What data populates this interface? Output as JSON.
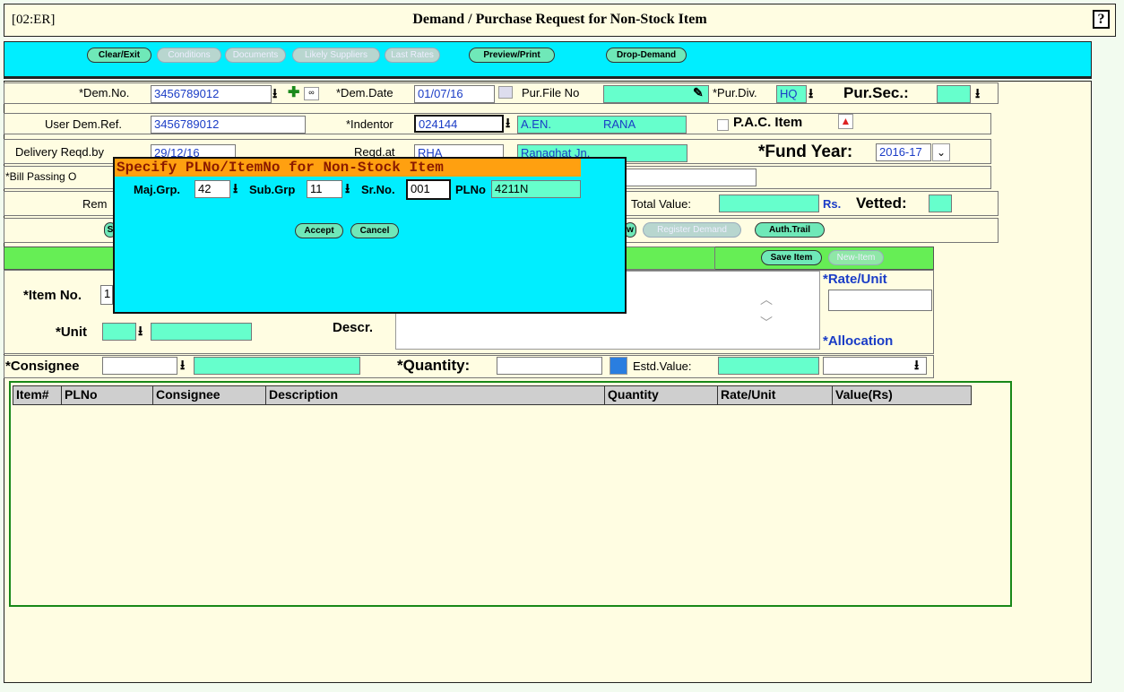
{
  "window": {
    "code": "[02:ER]",
    "title": "Demand / Purchase Request for Non-Stock Item",
    "help": "?"
  },
  "toolbar": {
    "clear_exit": "Clear/Exit",
    "conditions": "Conditions",
    "documents": "Documents",
    "likely_suppliers": "Likely Suppliers",
    "last_rates": "Last Rates",
    "preview_print": "Preview/Print",
    "drop_demand": "Drop-Demand"
  },
  "form": {
    "dem_no_label": "*Dem.No.",
    "dem_no": "3456789012",
    "dem_date_label": "*Dem.Date",
    "dem_date": "01/07/16",
    "pur_file_label": "Pur.File No",
    "pur_file": "",
    "pur_div_label": "*Pur.Div.",
    "pur_div": "HQ",
    "pur_sec_label": "Pur.Sec.:",
    "pur_sec": "",
    "user_ref_label": "User Dem.Ref.",
    "user_ref": "3456789012",
    "indentor_label": "*Indentor",
    "indentor": "024144",
    "indentor_desig": "A.EN.",
    "indentor_name": "RANA",
    "pac_label": "P.A.C. Item",
    "delivery_label": "Delivery Reqd.by",
    "delivery": "29/12/16",
    "reqd_at_label": "Reqd.at",
    "reqd_at": "RHA",
    "reqd_at_name": "Ranaghat Jn.",
    "fund_year_label": "*Fund Year:",
    "fund_year": "2016-17",
    "bill_label": "*Bill Passing O",
    "remarks_label": "Rem",
    "total_value_label": "Total Value:",
    "total_value": "",
    "rs_label": "Rs.",
    "vetted_label": "Vetted:",
    "vetted": "",
    "view_btn": "w",
    "register_demand": "Register Demand",
    "auth_trail": "Auth.Trail",
    "s_btn": "S",
    "save_item": "Save Item",
    "new_item": "New-Item",
    "item_no_label": "*Item No.",
    "item_no": "1",
    "unit_label": "*Unit",
    "unit": "",
    "unit_desc": "",
    "descr_label": "Descr.",
    "descr": "",
    "rate_unit_label": "*Rate/Unit",
    "rate_unit": "",
    "allocation_label": "*Allocation",
    "allocation": "",
    "consignee_label": "*Consignee",
    "consignee": "",
    "consignee_name": "",
    "quantity_label": "*Quantity:",
    "quantity": "",
    "estd_value_label": "Estd.Value:",
    "estd_value": ""
  },
  "dialog": {
    "title": "Specify PLNo/ItemNo for Non-Stock Item",
    "maj_grp_label": "Maj.Grp.",
    "maj_grp": "42",
    "sub_grp_label": "Sub.Grp",
    "sub_grp": "11",
    "sr_no_label": "Sr.No.",
    "sr_no": "001",
    "plno_label": "PLNo",
    "plno": "4211N",
    "accept": "Accept",
    "cancel": "Cancel"
  },
  "grid": {
    "columns": [
      "Item#",
      "PLNo",
      "Consignee",
      "Description",
      "Quantity",
      "Rate/Unit",
      "Value(Rs)"
    ],
    "rows": []
  },
  "colors": {
    "toolbar": "#00eeff",
    "field_green": "#66ffcc",
    "band_green": "#66ee55",
    "dialog_title": "#ffa010"
  }
}
